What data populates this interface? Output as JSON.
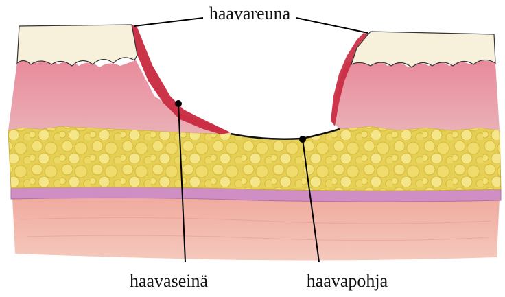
{
  "labels": {
    "wound_edge": "haavareuna",
    "wound_wall": "haavaseinä",
    "wound_bed": "haavapohja"
  },
  "colors": {
    "background": "#ffffff",
    "epidermis": "#f7f1dc",
    "dermis": "#e8a0aa",
    "wound_red": "#c8283f",
    "fat": "#e9d45a",
    "fascia": "#cf8fc4",
    "muscle": "#f1b5aa",
    "outline": "#222222",
    "leader_line": "#000000"
  }
}
